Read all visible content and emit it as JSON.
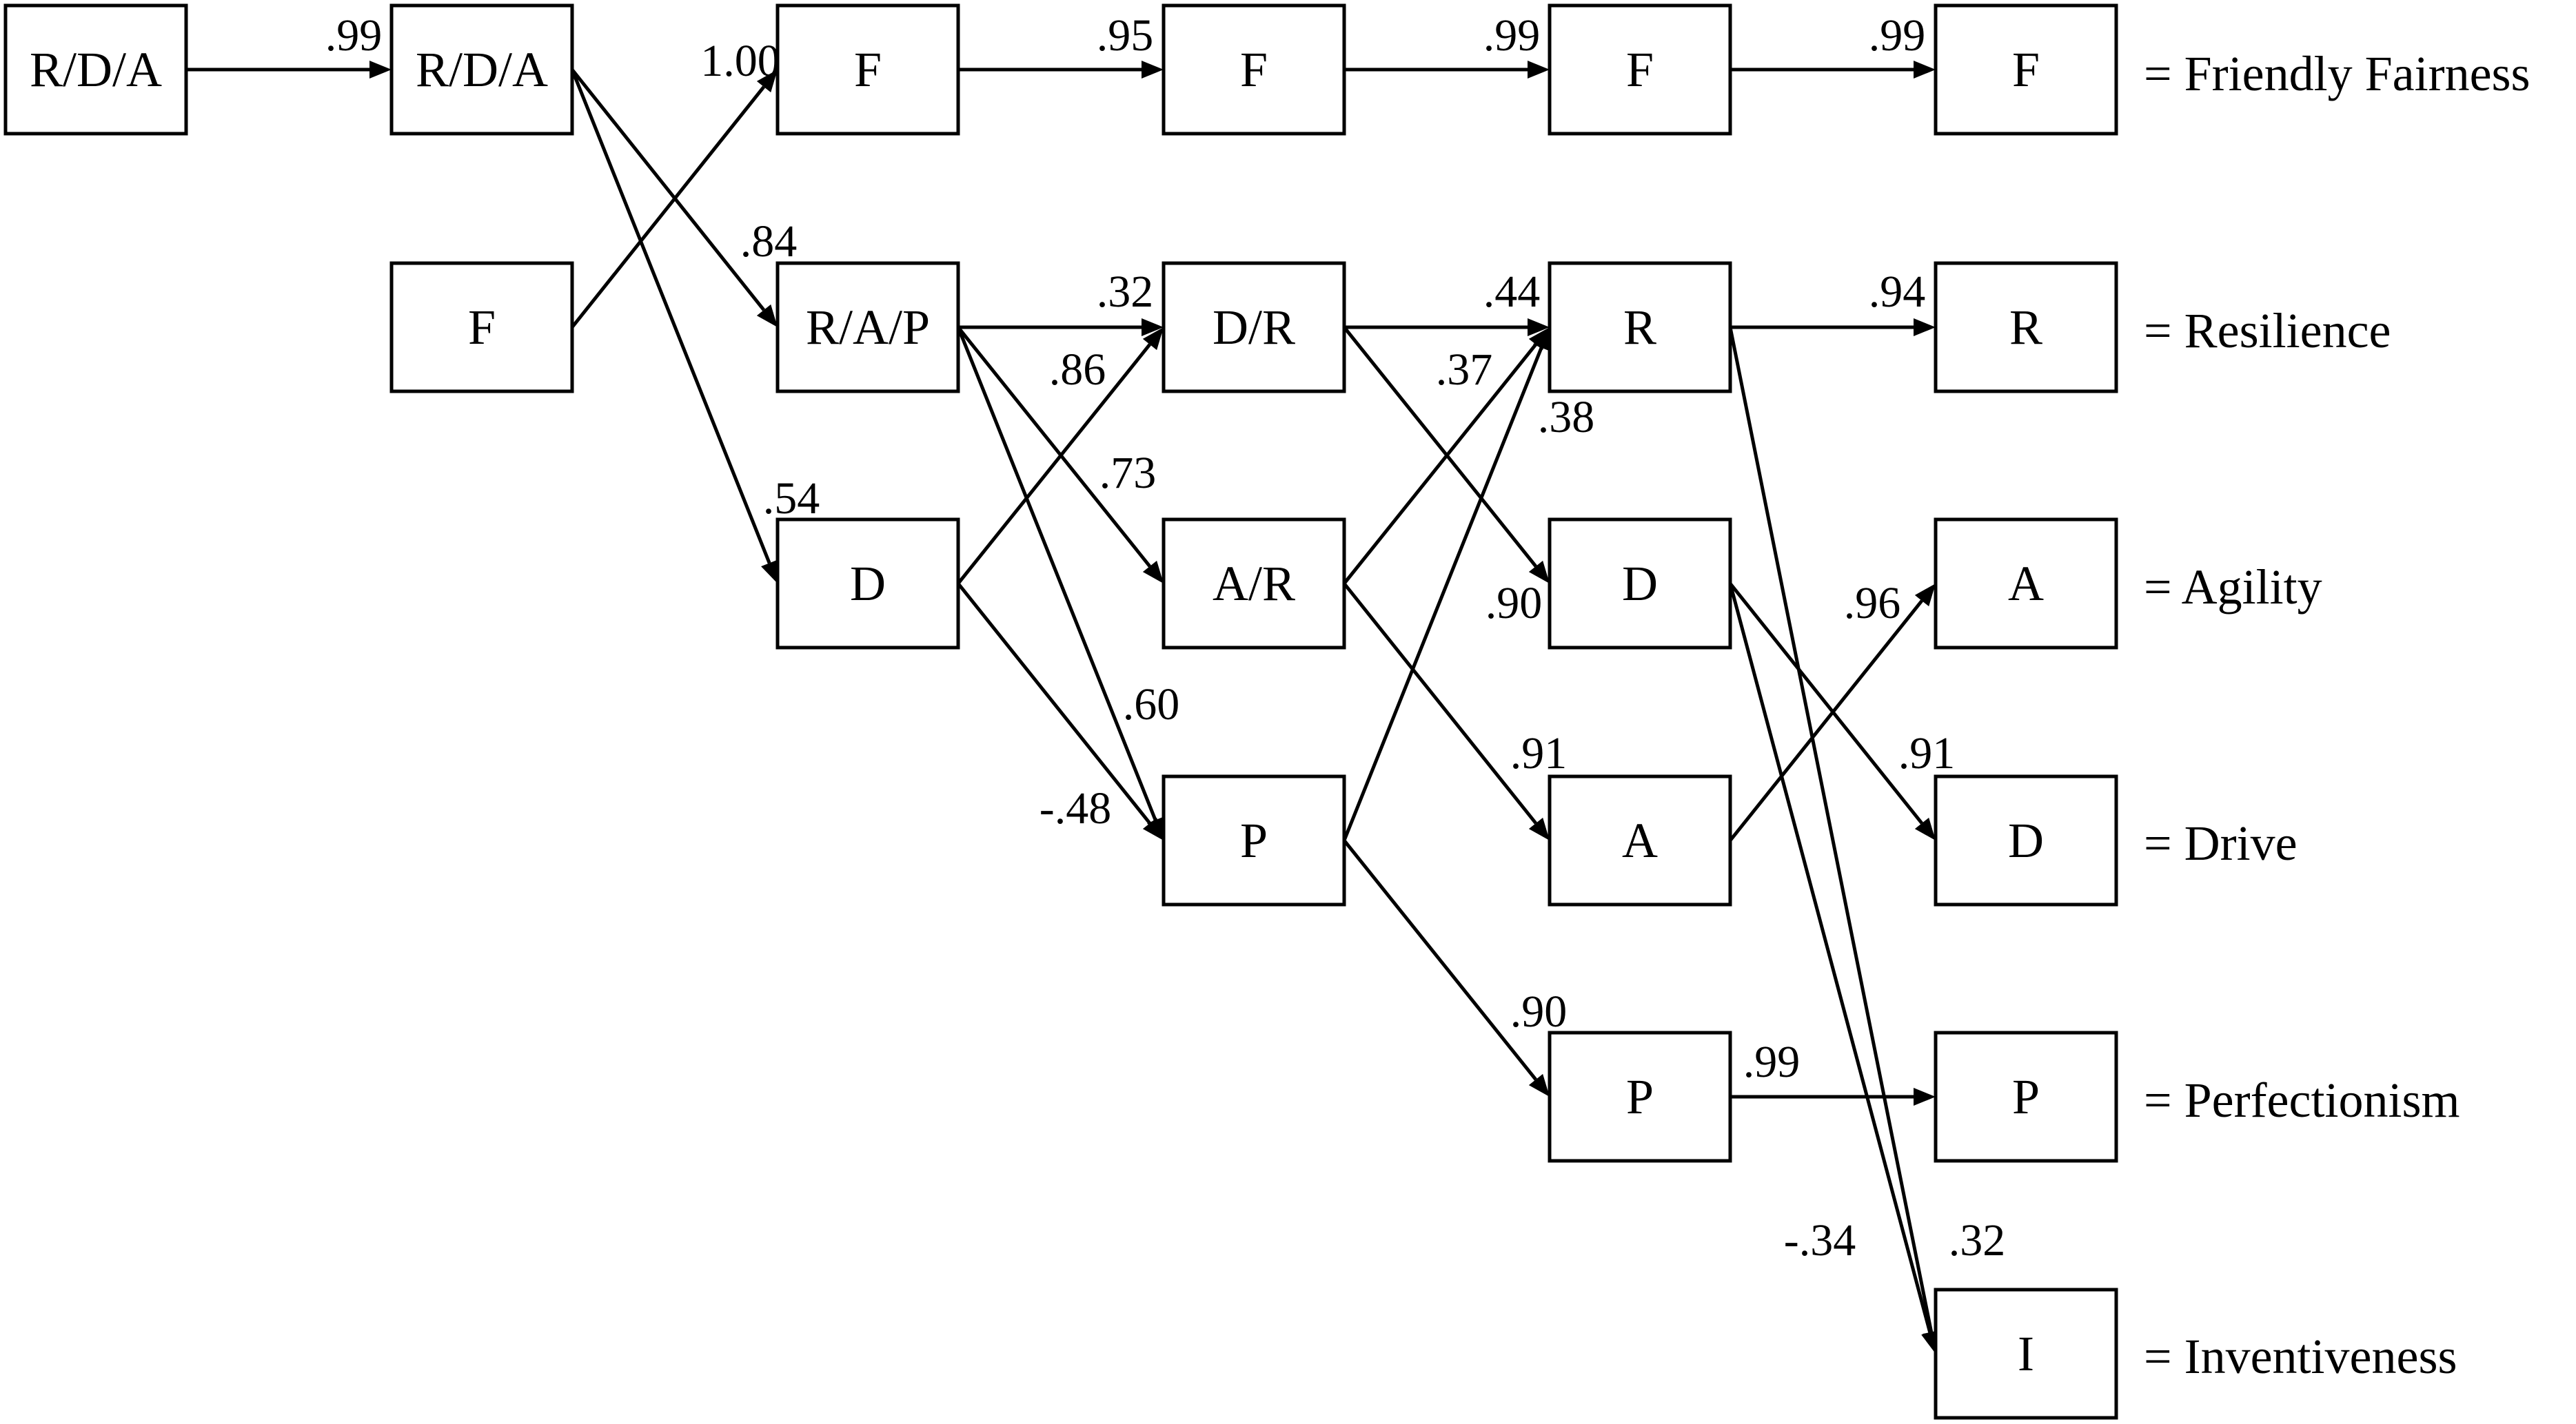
{
  "nodes": {
    "rda1": "R/D/A",
    "rda2": "R/D/A",
    "f_c2": "F",
    "f_c3": "F",
    "rap": "R/A/P",
    "d_c3": "D",
    "f_c4": "F",
    "dr": "D/R",
    "ar": "A/R",
    "p_c4": "P",
    "f_c5": "F",
    "r_c5": "R",
    "d_c5": "D",
    "a_c5": "A",
    "p_c5": "P",
    "f_c6": "F",
    "r_c6": "R",
    "a_c6": "A",
    "d_c6": "D",
    "p_c6": "P",
    "i_c6": "I"
  },
  "edges": [
    {
      "from": "rda1",
      "to": "rda2",
      "coef": ".99"
    },
    {
      "from": "f_c2",
      "to": "f_c3",
      "coef": "1.00"
    },
    {
      "from": "rda2",
      "to": "rap",
      "coef": ".84"
    },
    {
      "from": "rda2",
      "to": "d_c3",
      "coef": ".54"
    },
    {
      "from": "f_c3",
      "to": "f_c4",
      "coef": ".95"
    },
    {
      "from": "rap",
      "to": "dr",
      "coef": ".32"
    },
    {
      "from": "d_c3",
      "to": "dr",
      "coef": ".86"
    },
    {
      "from": "rap",
      "to": "ar",
      "coef": ".73"
    },
    {
      "from": "rap",
      "to": "p_c4",
      "coef": ".60"
    },
    {
      "from": "d_c3",
      "to": "p_c4",
      "coef": "-.48"
    },
    {
      "from": "f_c4",
      "to": "f_c5",
      "coef": ".99"
    },
    {
      "from": "dr",
      "to": "r_c5",
      "coef": ".44"
    },
    {
      "from": "ar",
      "to": "r_c5",
      "coef": ".37"
    },
    {
      "from": "p_c4",
      "to": "r_c5",
      "coef": ".38"
    },
    {
      "from": "dr",
      "to": "d_c5",
      "coef": ".90"
    },
    {
      "from": "ar",
      "to": "a_c5",
      "coef": ".91"
    },
    {
      "from": "p_c4",
      "to": "p_c5",
      "coef": ".90"
    },
    {
      "from": "f_c5",
      "to": "f_c6",
      "coef": ".99"
    },
    {
      "from": "r_c5",
      "to": "r_c6",
      "coef": ".94"
    },
    {
      "from": "a_c5",
      "to": "a_c6",
      "coef": ".96"
    },
    {
      "from": "d_c5",
      "to": "d_c6",
      "coef": ".91"
    },
    {
      "from": "p_c5",
      "to": "p_c6",
      "coef": ".99"
    },
    {
      "from": "r_c5",
      "to": "i_c6",
      "coef": "-.34"
    },
    {
      "from": "d_c5",
      "to": "i_c6",
      "coef": ".32"
    }
  ],
  "legend": {
    "friendly_fairness": "= Friendly Fairness",
    "resilience": "= Resilience",
    "agility": "= Agility",
    "drive": "= Drive",
    "perfectionism": "= Perfectionism",
    "inventiveness": "= Inventiveness"
  }
}
